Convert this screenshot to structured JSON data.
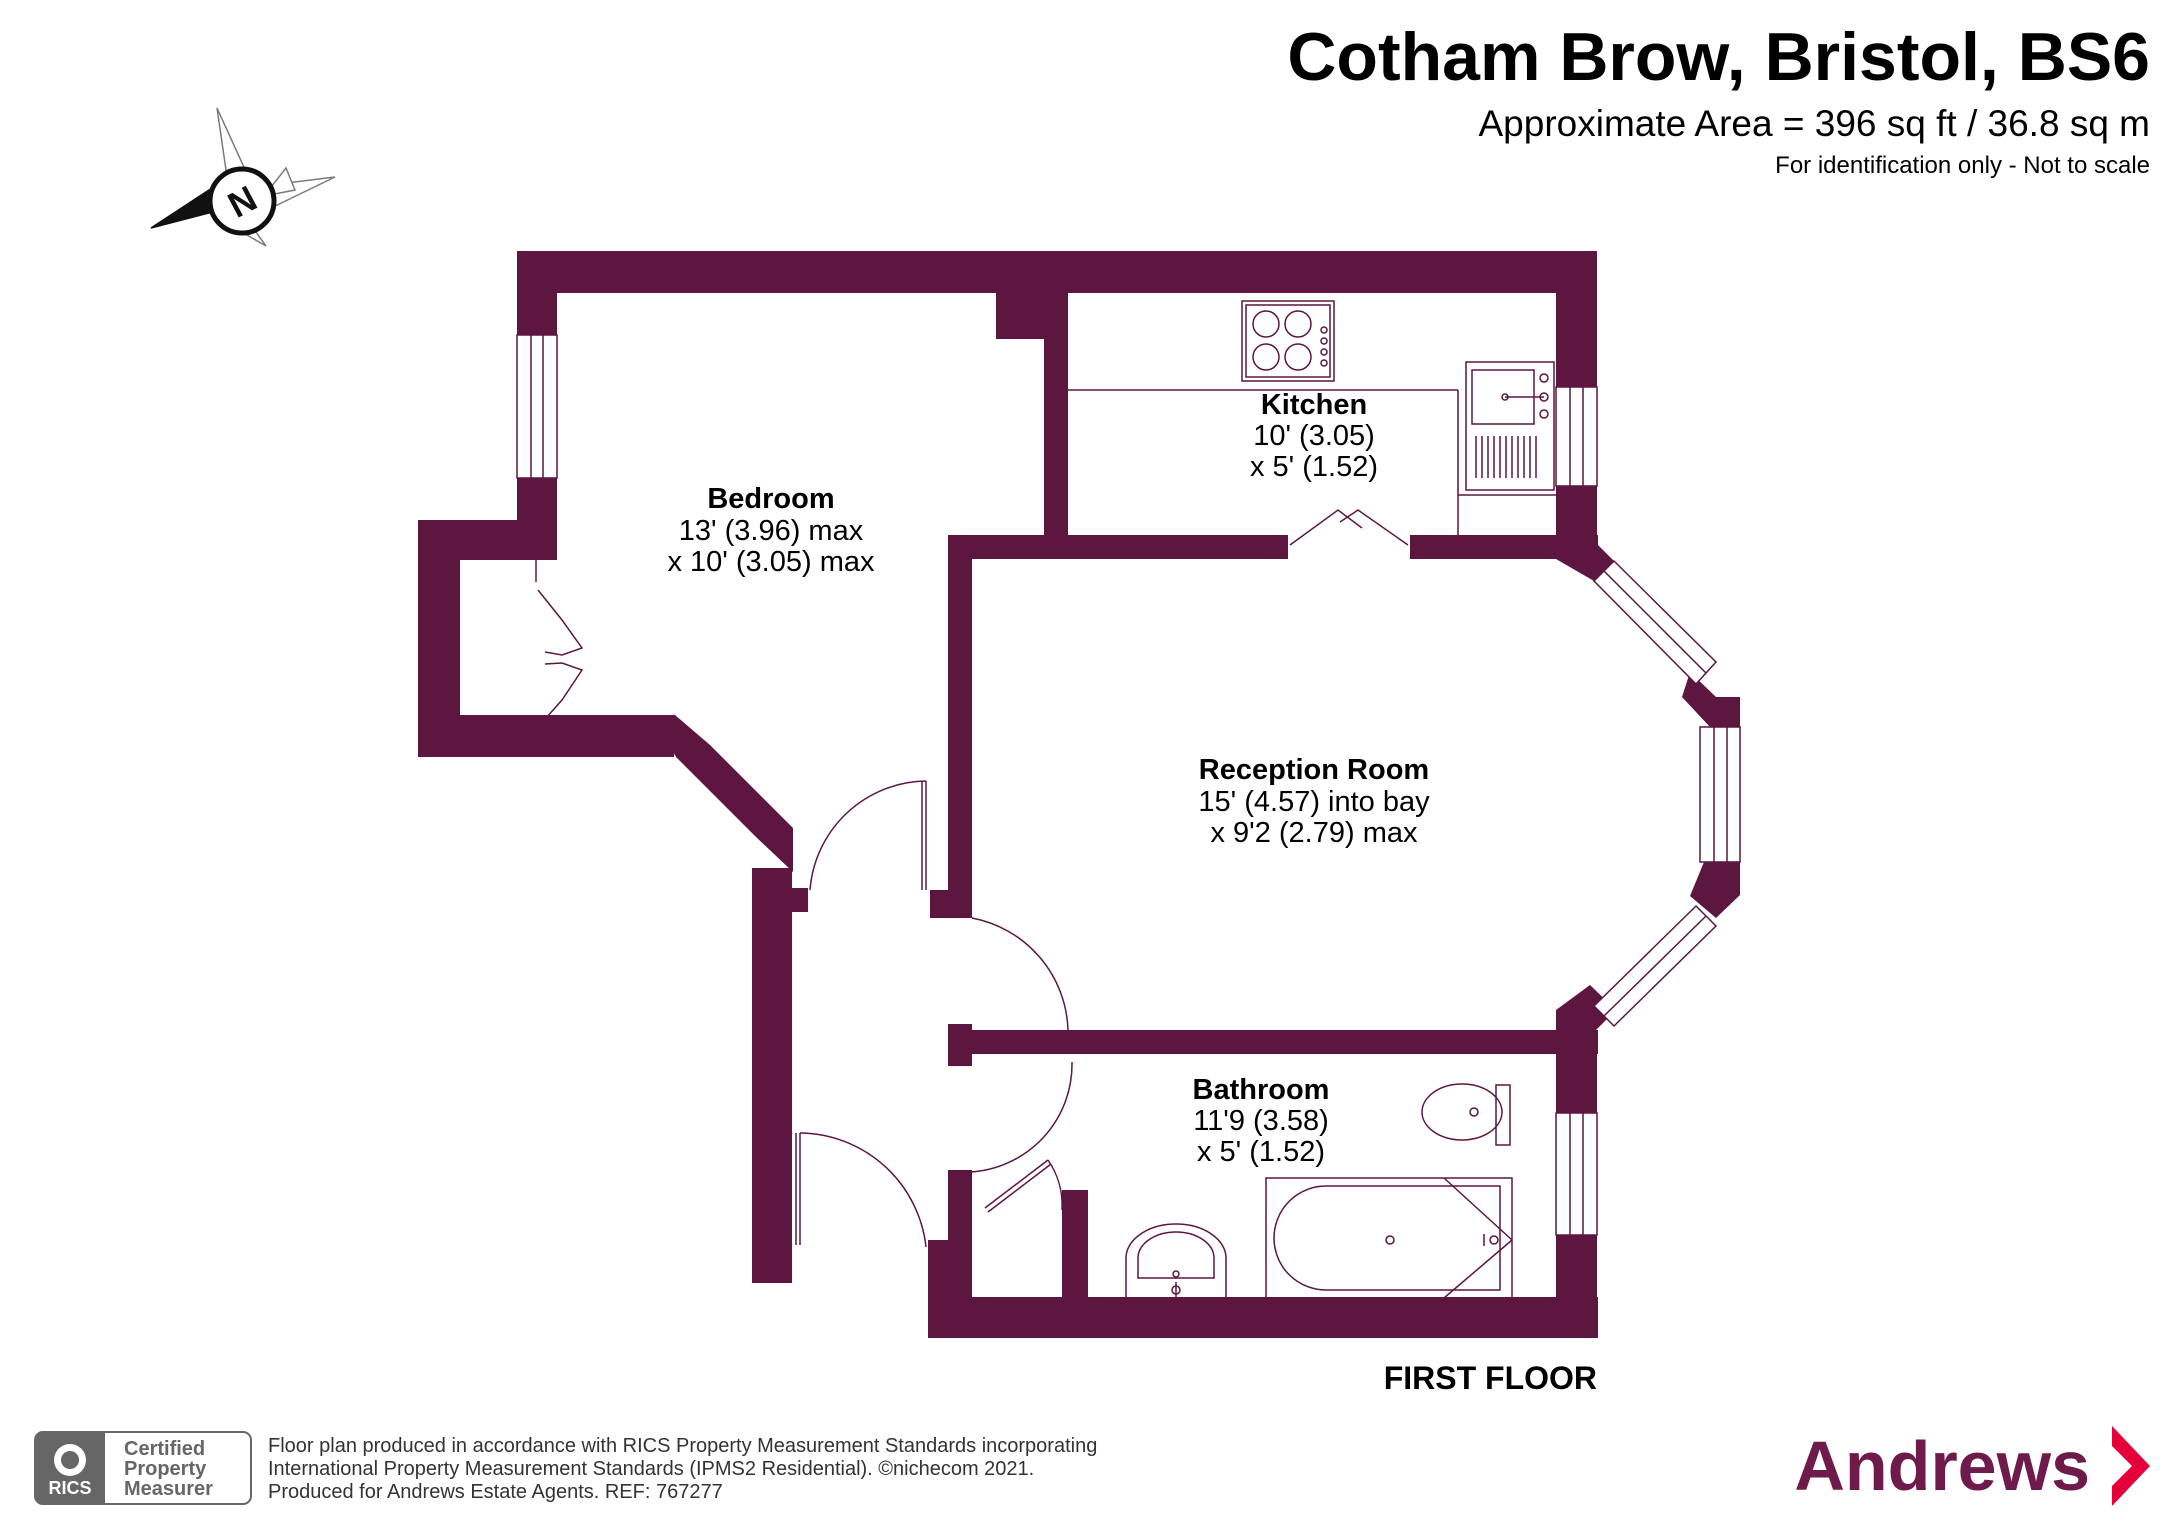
{
  "colors": {
    "wall": "#5c1640",
    "fixture": "#5c1640",
    "text": "#111111",
    "brand": "#6e1a4a",
    "brand_arrow": "#e4003b",
    "rics_gray": "#666666"
  },
  "header": {
    "title": "Cotham Brow, Bristol, BS6",
    "area": "Approximate Area = 396 sq ft / 36.8 sq m",
    "note": "For identification only - Not to scale"
  },
  "compass": {
    "label": "N",
    "icon": "compass-rose-icon"
  },
  "rooms": {
    "bedroom": {
      "name": "Bedroom",
      "dim1": "13' (3.96) max",
      "dim2": "x 10' (3.05) max"
    },
    "kitchen": {
      "name": "Kitchen",
      "dim1": "10' (3.05)",
      "dim2": "x 5' (1.52)"
    },
    "reception": {
      "name": "Reception Room",
      "dim1": "15' (4.57) into bay",
      "dim2": "x 9'2 (2.79) max"
    },
    "bathroom": {
      "name": "Bathroom",
      "dim1": "11'9 (3.58)",
      "dim2": "x 5' (1.52)"
    }
  },
  "floor_label": "FIRST FLOOR",
  "footer": {
    "rics_badge": {
      "abbr": "RICS",
      "line1": "Certified",
      "line2": "Property",
      "line3": "Measurer",
      "icon": "rics-lion-icon"
    },
    "legal": [
      "Floor plan produced in accordance with RICS Property Measurement Standards incorporating",
      "International Property Measurement Standards (IPMS2 Residential).   ©nichecom 2021.",
      "Produced for Andrews Estate Agents.   REF:   767277"
    ],
    "brand": "Andrews"
  }
}
